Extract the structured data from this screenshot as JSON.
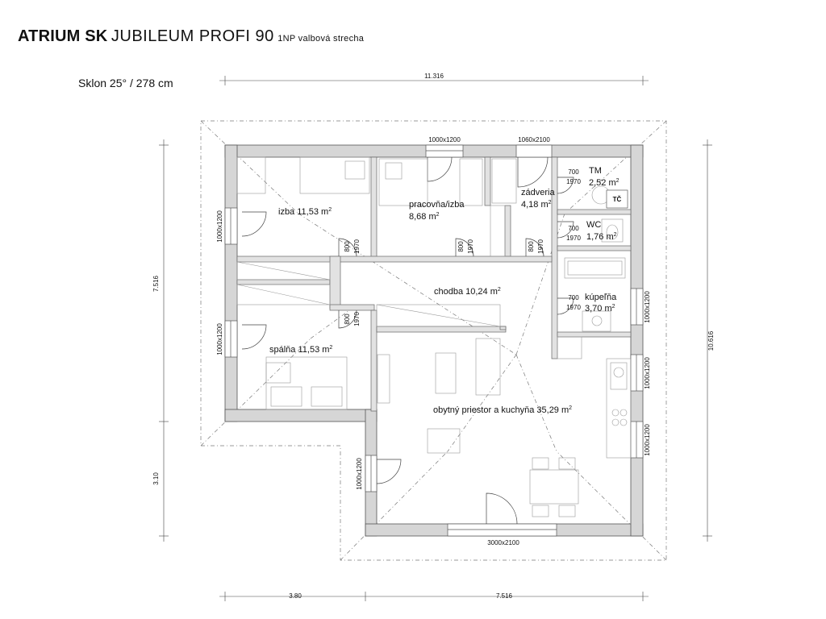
{
  "header": {
    "brand": "ATRIUM SK",
    "model": "JUBILEUM PROFI 90",
    "subtitle": "1NP valbová strecha"
  },
  "slope": "Sklon 25° / 278 cm",
  "dimensions": {
    "top": "11.316",
    "bottom_left": "3.80",
    "bottom_right": "7.516",
    "left_top": "7.516",
    "left_bottom": "3.10",
    "right": "10.616"
  },
  "rooms": {
    "izba": {
      "name": "izba",
      "area": "11,53 m",
      "sup": "2"
    },
    "pracovna": {
      "name": "pracovňa/izba",
      "area": "8,68 m",
      "sup": "2"
    },
    "zadveria": {
      "name": "zádveria",
      "area": "4,18 m",
      "sup": "2"
    },
    "tm": {
      "name": "TM",
      "area": "2,52 m",
      "sup": "2"
    },
    "wc": {
      "name": "WC",
      "area": "1,76 m",
      "sup": "2"
    },
    "kupelna": {
      "name": "kúpeľňa",
      "area": "3,70 m",
      "sup": "2"
    },
    "chodba": {
      "name": "chodba 10,24 m",
      "sup": "2"
    },
    "spalna": {
      "name": "spálňa 11,53 m",
      "sup": "2"
    },
    "obytny": {
      "name": "obytný priestor a kuchyňa 35,29 m",
      "sup": "2"
    }
  },
  "tc_label": "TČ",
  "windows": {
    "top_a": "1000x1200",
    "top_door": "1060x2100",
    "left_1": "1000x1200",
    "left_2": "1000x1200",
    "left_3": "1000x1200",
    "right_1": "1000x1200",
    "right_2": "1000x1200",
    "right_3": "1000x1200",
    "bottom": "3000x2100"
  },
  "doors": {
    "d1_w": "800",
    "d1_h": "1970",
    "d2_w": "800",
    "d2_h": "1970",
    "d3_w": "800",
    "d3_h": "1970",
    "d4_w": "800",
    "d4_h": "1970",
    "tm_w": "700",
    "tm_h": "1970",
    "wc_w": "700",
    "wc_h": "1970",
    "kup_w": "700",
    "kup_h": "1970"
  }
}
